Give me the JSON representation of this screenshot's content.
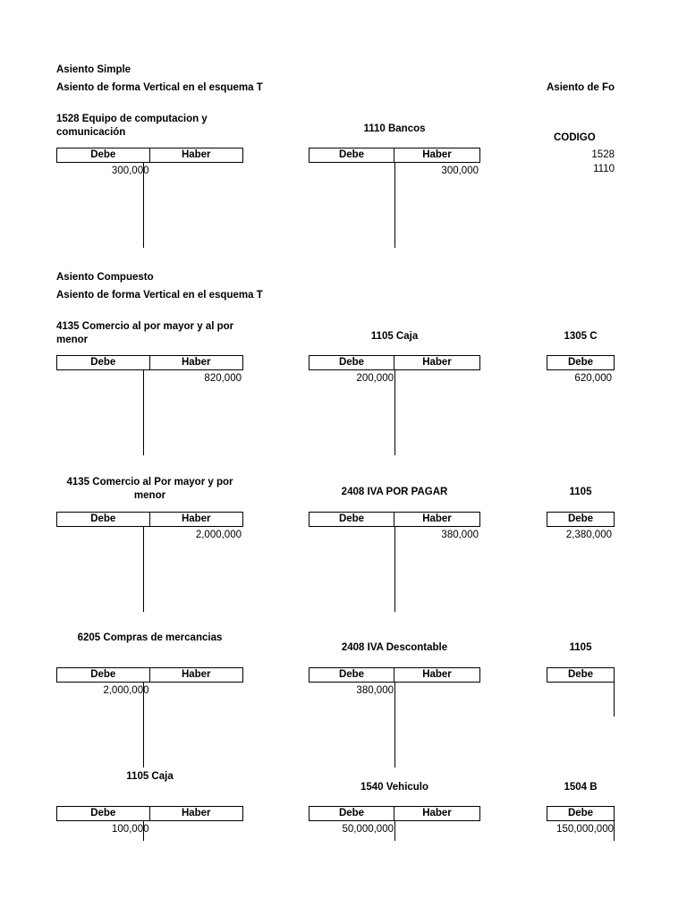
{
  "document": {
    "column_headers": {
      "debe": "Debe",
      "haber": "Haber"
    },
    "sections": [
      {
        "id": "asiento-simple",
        "title": "Asiento Simple",
        "subtitle": "Asiento de forma Vertical en el esquema T",
        "right_title": "Asiento de Fo"
      },
      {
        "id": "asiento-compuesto",
        "title": "Asiento Compuesto",
        "subtitle": "Asiento de forma Vertical en el esquema T"
      }
    ],
    "codes_table": {
      "header": "CODIGO",
      "values": [
        "1528",
        "1110"
      ]
    },
    "accounts": [
      {
        "id": "a1",
        "title_line1": "1528 Equipo de computacion y",
        "title_line2": "comunicación",
        "align": "left",
        "debe": "300,000",
        "haber": ""
      },
      {
        "id": "a2",
        "title_line1": "1110 Bancos",
        "title_line2": "",
        "align": "center",
        "debe": "",
        "haber": "300,000"
      },
      {
        "id": "a3",
        "title_line1": "4135 Comercio al por mayor y al por",
        "title_line2": "menor",
        "align": "left",
        "debe": "",
        "haber": "820,000"
      },
      {
        "id": "a4",
        "title_line1": "1105 Caja",
        "title_line2": "",
        "align": "center",
        "debe": "200,000",
        "haber": ""
      },
      {
        "id": "a5",
        "title_line1": "1305 C",
        "title_line2": "",
        "align": "center",
        "debe": "620,000",
        "haber": ""
      },
      {
        "id": "a6",
        "title_line1": "4135 Comercio al Por mayor y por",
        "title_line2": "menor",
        "align": "center",
        "debe": "",
        "haber": "2,000,000"
      },
      {
        "id": "a7",
        "title_line1": "2408 IVA POR PAGAR",
        "title_line2": "",
        "align": "center",
        "debe": "",
        "haber": "380,000"
      },
      {
        "id": "a8",
        "title_line1": "1105",
        "title_line2": "",
        "align": "center",
        "debe": "2,380,000",
        "haber": ""
      },
      {
        "id": "a9",
        "title_line1": "6205 Compras de mercancias",
        "title_line2": "",
        "align": "center",
        "debe": "2,000,000",
        "haber": ""
      },
      {
        "id": "a10",
        "title_line1": "2408 IVA Descontable",
        "title_line2": "",
        "align": "center",
        "debe": "380,000",
        "haber": ""
      },
      {
        "id": "a11",
        "title_line1": "1105",
        "title_line2": "",
        "align": "center",
        "debe": "",
        "haber": ""
      },
      {
        "id": "a12",
        "title_line1": "1105 Caja",
        "title_line2": "",
        "align": "center",
        "debe": "100,000",
        "haber": ""
      },
      {
        "id": "a13",
        "title_line1": "1540 Vehiculo",
        "title_line2": "",
        "align": "center",
        "debe": "50,000,000",
        "haber": ""
      },
      {
        "id": "a14",
        "title_line1": "1504 B",
        "title_line2": "",
        "align": "center",
        "debe": "150,000,000",
        "haber": ""
      }
    ]
  }
}
